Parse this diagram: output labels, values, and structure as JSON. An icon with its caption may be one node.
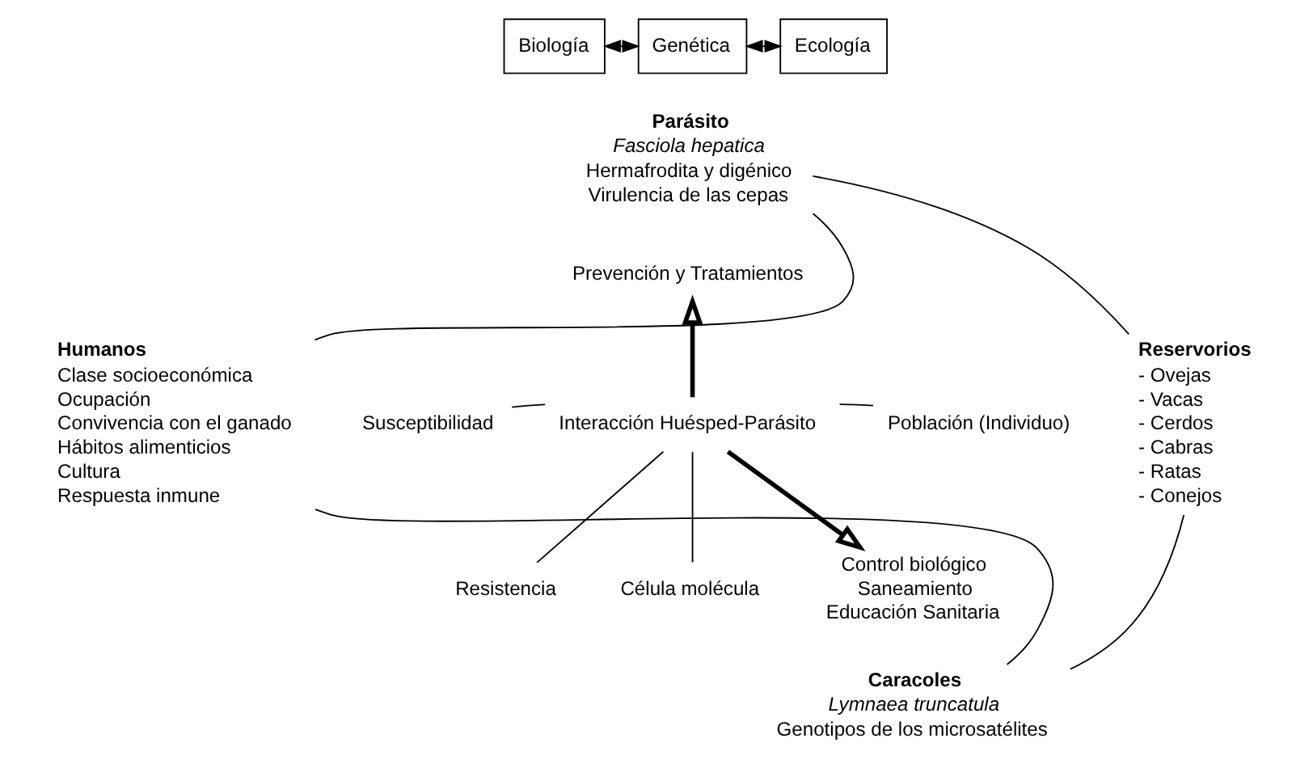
{
  "diagram": {
    "nodes": [
      {
        "text": [
          "Biología"
        ]
      },
      {
        "text": [
          "Genética"
        ]
      },
      {
        "text": [
          "Ecología"
        ]
      },
      {
        "text": [
          "Parásito",
          "Fasciola hepatica",
          "Hermafrodita y digénico",
          "Virulencia de las cepas"
        ]
      },
      {
        "text": [
          "Prevención y Tratamientos"
        ]
      },
      {
        "text": [
          "Humanos",
          "Clase socioeconómica",
          "Ocupación",
          "Convivencia con el ganado",
          "Hábitos alimenticios",
          "Cultura",
          "Respuesta inmune"
        ]
      },
      {
        "text": [
          "Reservorios",
          "- Ovejas",
          "- Vacas",
          "- Cerdos",
          "- Cabras",
          "- Ratas",
          "- Conejos"
        ]
      },
      {
        "text": [
          "Interacción Huésped-Parásito"
        ]
      },
      {
        "text": [
          "Susceptibilidad"
        ]
      },
      {
        "text": [
          "Resistencia"
        ]
      },
      {
        "text": [
          "Población (Individuo)"
        ]
      },
      {
        "text": [
          "Célula molécula"
        ]
      },
      {
        "text": [
          "Control biológico",
          "Saneamiento",
          "Educación Sanitaria"
        ]
      },
      {
        "text": [
          "Caracoles",
          "Lymnaea truncatula",
          "Genotipos de los microsatélites"
        ]
      }
    ],
    "edges": [
      {
        "from": 0,
        "to": 1,
        "arrow": "both"
      },
      {
        "from": 1,
        "to": 2,
        "arrow": "both"
      },
      {
        "from": 5,
        "to": 3,
        "arrow": "none"
      },
      {
        "from": 3,
        "to": 6,
        "arrow": "none"
      },
      {
        "from": 5,
        "to": 13,
        "arrow": "none"
      },
      {
        "from": 13,
        "to": 6,
        "arrow": "none"
      },
      {
        "from": 7,
        "to": 4,
        "arrow": "to",
        "style": "thick"
      },
      {
        "from": 7,
        "to": 12,
        "arrow": "to",
        "style": "thick"
      },
      {
        "from": 8,
        "to": 7,
        "arrow": "none"
      },
      {
        "from": 9,
        "to": 7,
        "arrow": "none"
      },
      {
        "from": 10,
        "to": 7,
        "arrow": "none"
      },
      {
        "from": 11,
        "to": 7,
        "arrow": "none"
      }
    ]
  }
}
